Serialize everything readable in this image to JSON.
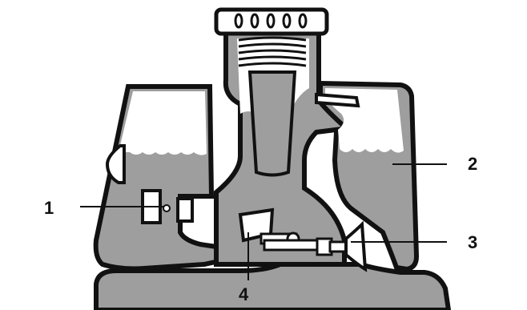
{
  "diagram": {
    "callouts": [
      {
        "id": "1",
        "label": "1"
      },
      {
        "id": "2",
        "label": "2"
      },
      {
        "id": "3",
        "label": "3"
      },
      {
        "id": "4",
        "label": "4"
      }
    ]
  },
  "colors": {
    "fluid": "#9e9e9e",
    "outline": "#111111",
    "background": "#ffffff"
  }
}
